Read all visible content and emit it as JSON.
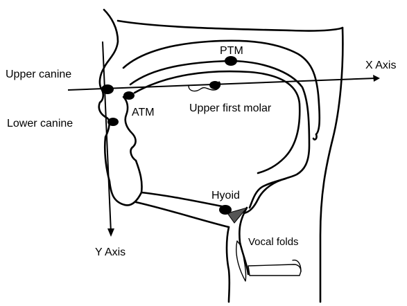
{
  "labels": {
    "upper_canine": "Upper canine",
    "lower_canine": "Lower canine",
    "atm": "ATM",
    "ptm": "PTM",
    "upper_first_molar": "Upper first molar",
    "x_axis": "X Axis",
    "y_axis": "Y Axis",
    "hyoid": "Hyoid",
    "vocal_folds": "Vocal folds"
  },
  "colors": {
    "ink": "#000000",
    "hyoid_fill": "#555555",
    "background": "#ffffff"
  }
}
